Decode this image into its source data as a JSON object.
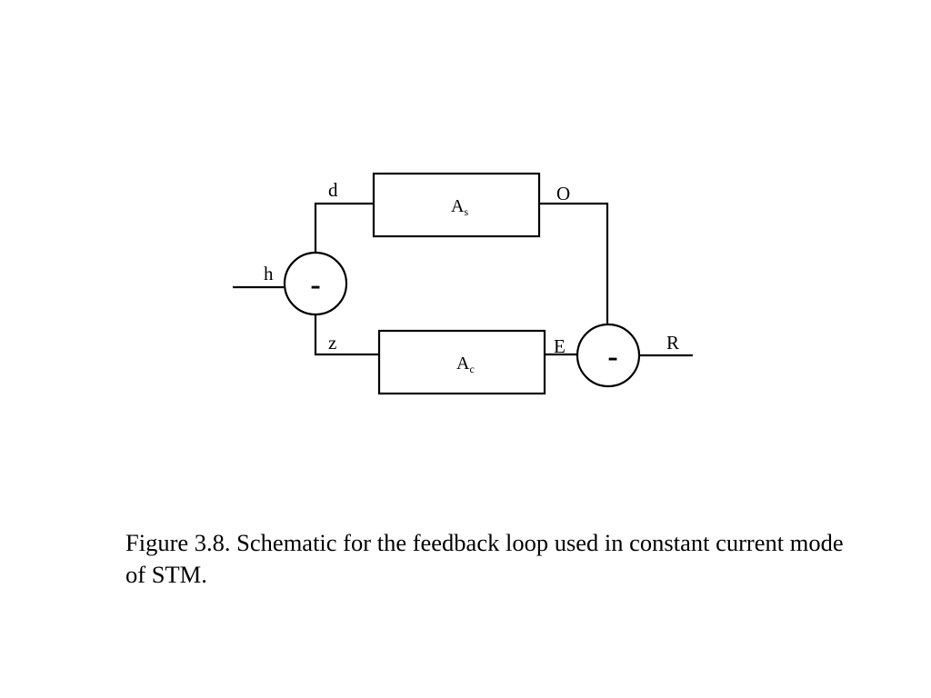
{
  "diagram": {
    "signals": {
      "d": "d",
      "o": "O",
      "h": "h",
      "z": "z",
      "e": "E",
      "r": "R"
    },
    "blocks": {
      "as": {
        "main": "A",
        "sub": "s"
      },
      "ac": {
        "main": "A",
        "sub": "c"
      }
    },
    "operators": {
      "left_sum": "-",
      "right_sum": "-"
    }
  },
  "caption": "Figure 3.8.  Schematic for the feedback loop used in constant current mode of STM."
}
